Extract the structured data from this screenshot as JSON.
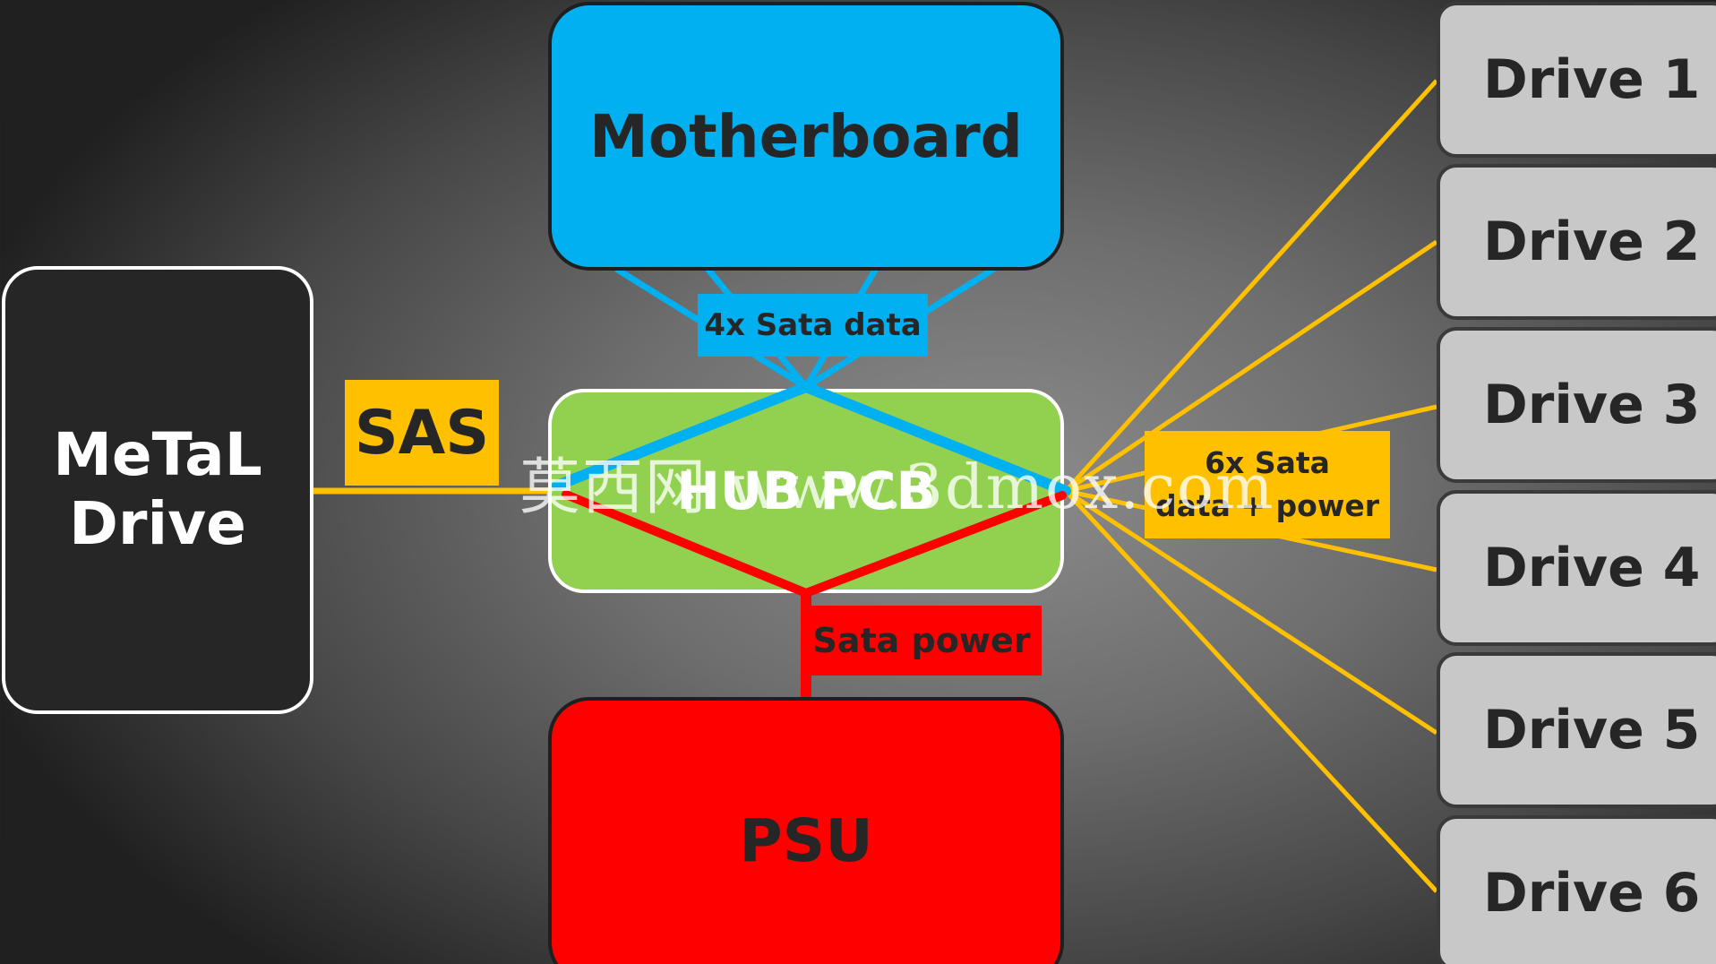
{
  "nodes": {
    "motherboard": "Motherboard",
    "hub": "HUB PCB",
    "psu": "PSU",
    "metal_line1": "MeTaL",
    "metal_line2": "Drive"
  },
  "drives": [
    "Drive 1",
    "Drive 2",
    "Drive 3",
    "Drive 4",
    "Drive 5",
    "Drive 6"
  ],
  "labels": {
    "sata_data": "4x Sata data",
    "sas": "SAS",
    "sata_power": "Sata power",
    "sata_drives_line1": "6x Sata",
    "sata_drives_line2": "data + power"
  },
  "watermark": "莫西网 www.3dmox.com",
  "colors": {
    "data_wire": "#00b0f0",
    "power_wire": "#ff0000",
    "sas_wire": "#ffc000",
    "hub_fill": "#92d050",
    "drive_fill": "#c8c8c8"
  }
}
